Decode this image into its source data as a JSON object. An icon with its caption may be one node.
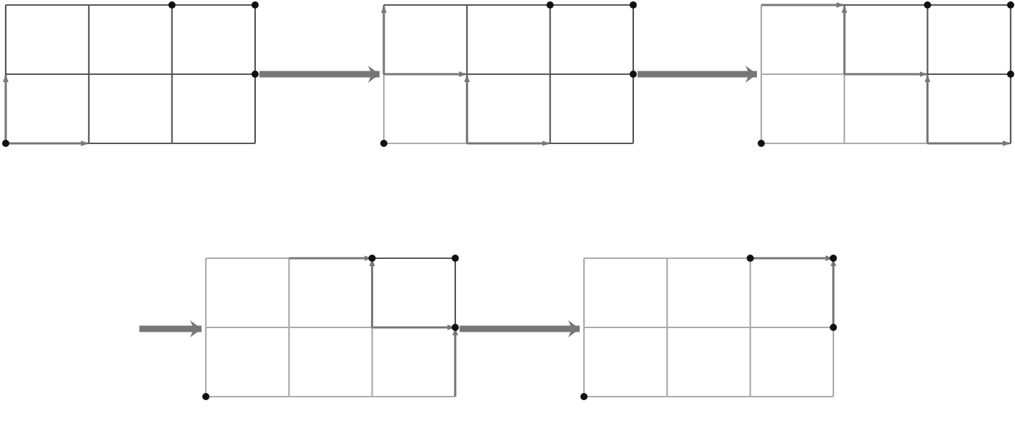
{
  "diagram": {
    "nodes": [
      {
        "text": [],
        "shape": "picture"
      },
      {
        "text": [],
        "shape": "picture"
      },
      {
        "text": [],
        "shape": "picture"
      },
      {
        "text": [],
        "shape": "picture"
      },
      {
        "text": [],
        "shape": "picture"
      }
    ],
    "edges": [
      {
        "from": 0,
        "to": 1,
        "arrow": "to"
      },
      {
        "from": 1,
        "to": 2,
        "arrow": "to"
      },
      {
        "from": null,
        "to": 3,
        "arrow": "to"
      },
      {
        "from": 3,
        "to": 4,
        "arrow": "to"
      }
    ]
  }
}
